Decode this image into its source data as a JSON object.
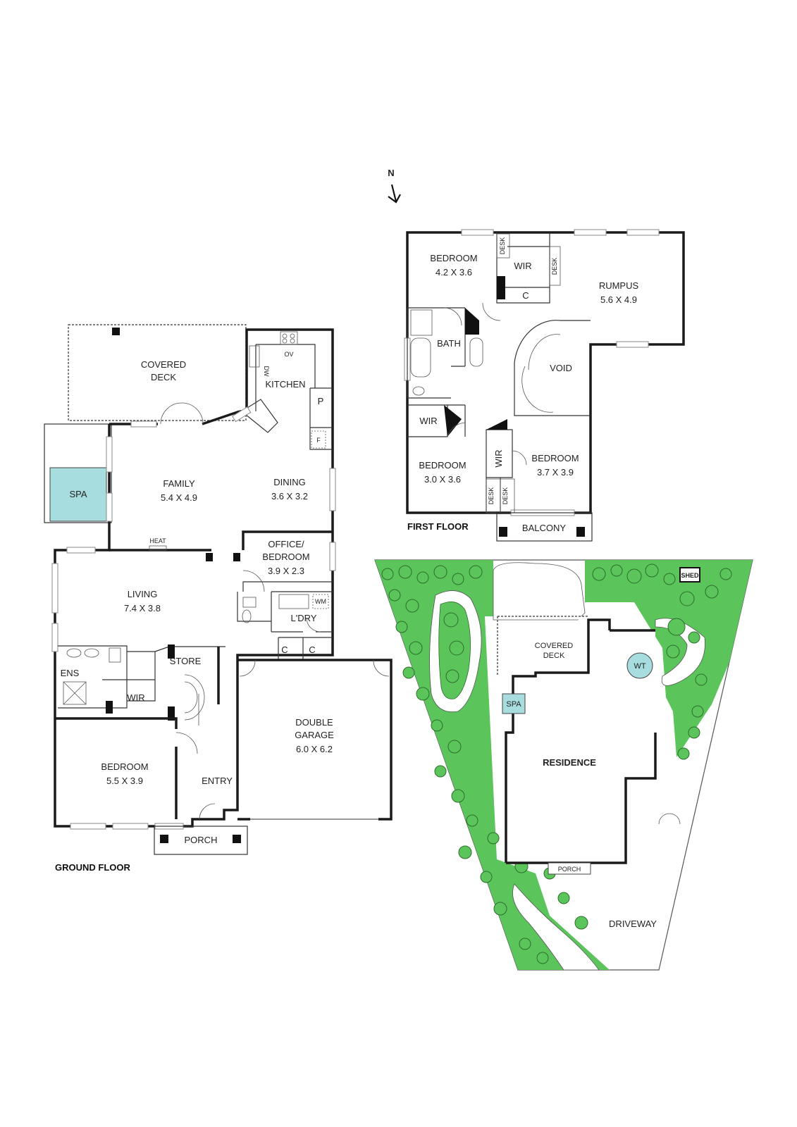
{
  "north": {
    "label": "N"
  },
  "ground_floor": {
    "caption": "GROUND FLOOR",
    "covered_deck": {
      "line1": "COVERED",
      "line2": "DECK"
    },
    "kitchen": "KITCHEN",
    "ov": "OV",
    "dw": "DW",
    "pantry": "P",
    "fridge": "F",
    "spa": "SPA",
    "family": {
      "name": "FAMILY",
      "dims": "5.4 X 4.9"
    },
    "dining": {
      "name": "DINING",
      "dims": "3.6 X 3.2"
    },
    "heat": "HEAT",
    "office": {
      "line1": "OFFICE/",
      "line2": "BEDROOM",
      "dims": "3.9 X 2.3"
    },
    "living": {
      "name": "LIVING",
      "dims": "7.4 X 3.8"
    },
    "wm": "WM",
    "laundry": "L'DRY",
    "cupboard1": "C",
    "cupboard2": "C",
    "ens": "ENS",
    "store": "STORE",
    "wir": "WIR",
    "garage": {
      "line1": "DOUBLE",
      "line2": "GARAGE",
      "dims": "6.0 X 6.2"
    },
    "bedroom": {
      "name": "BEDROOM",
      "dims": "5.5 X 3.9"
    },
    "entry": "ENTRY",
    "porch": "PORCH"
  },
  "first_floor": {
    "caption": "FIRST FLOOR",
    "bedroom1": {
      "name": "BEDROOM",
      "dims": "4.2 X 3.6"
    },
    "desk1": "DESK",
    "wir1": "WIR",
    "desk2": "DESK",
    "cupboard": "C",
    "rumpus": {
      "name": "RUMPUS",
      "dims": "5.6 X 4.9"
    },
    "bath": "BATH",
    "void": "VOID",
    "wir2": "WIR",
    "bedroom2": {
      "name": "BEDROOM",
      "dims": "3.0 X 3.6"
    },
    "wir3": "WIR",
    "bedroom3": {
      "name": "BEDROOM",
      "dims": "3.7 X 3.9"
    },
    "desk3": "DESK",
    "desk4": "DESK",
    "balcony": "BALCONY"
  },
  "site_plan": {
    "shed": "SHED",
    "covered_deck": {
      "line1": "COVERED",
      "line2": "DECK"
    },
    "wt": "WT",
    "spa": "SPA",
    "residence": "RESIDENCE",
    "porch": "PORCH",
    "driveway": "DRIVEWAY"
  },
  "colors": {
    "lawn": "#5bc45b",
    "spa": "#a8dde0",
    "tree_stroke": "#2b6e2b",
    "wall": "#1a1a1a"
  }
}
